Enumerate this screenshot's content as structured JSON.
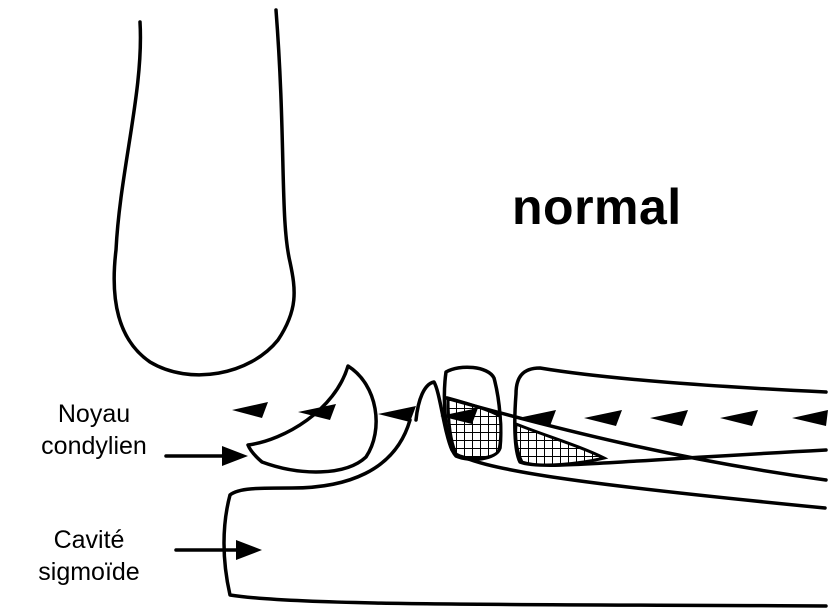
{
  "title": "normal",
  "labels": {
    "noyau_line1": "Noyau",
    "noyau_line2": "condylien",
    "cavite_line1": "Cavité",
    "cavite_line2": "sigmoïde"
  }
}
